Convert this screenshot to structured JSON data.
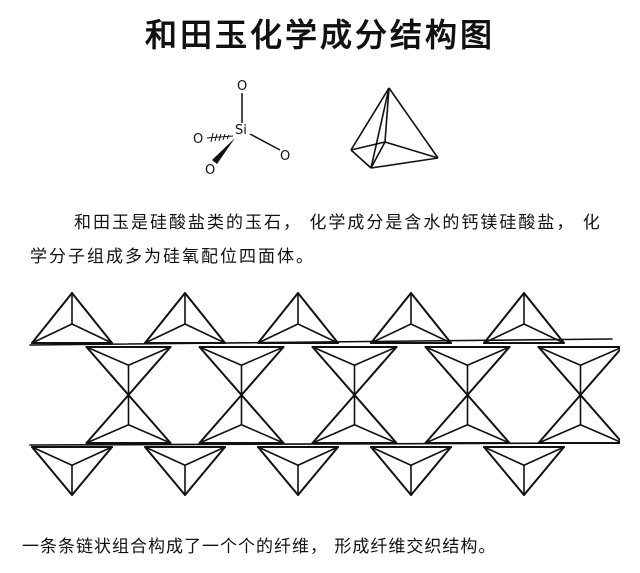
{
  "title": "和田玉化学成分结构图",
  "molecule": {
    "center": "Si",
    "atom_label": "O"
  },
  "paragraph": "和田玉是硅酸盐类的玉石， 化学成分是含水的钙镁硅酸盐， 化学分子组成多为硅氧配位四面体。",
  "caption": "一条条链状组合构成了一个个的纤维， 形成纤维交织结构。",
  "chain": {
    "tetrahedra_per_row": 5
  }
}
